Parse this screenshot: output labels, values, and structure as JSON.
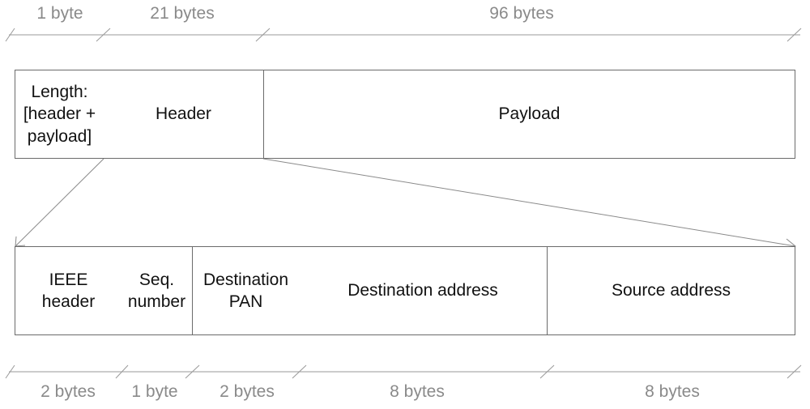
{
  "top_row": {
    "sizes": [
      "1 byte",
      "21 bytes",
      "96 bytes"
    ],
    "fields": [
      "Length:\n[header +\npayload]",
      "Header",
      "Payload"
    ]
  },
  "bottom_row": {
    "fields": [
      "IEEE\nheader",
      "Seq.\nnumber",
      "Destination\nPAN",
      "Destination address",
      "Source address"
    ],
    "sizes": [
      "2 bytes",
      "1 byte",
      "2 bytes",
      "8 bytes",
      "8 bytes"
    ]
  },
  "colors": {
    "line": "#7f7f7f",
    "box_border": "#6b6b6b",
    "dim_text": "#8a8a8a",
    "text": "#111111"
  }
}
